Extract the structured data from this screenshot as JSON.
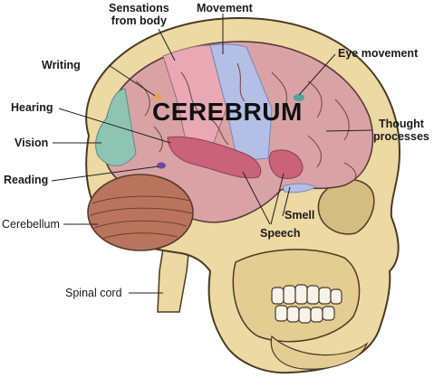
{
  "title": "CEREBRUM",
  "labels": {
    "sensations_line1": "Sensations",
    "sensations_line2": "from body",
    "movement": "Movement",
    "eye_movement": "Eye movement",
    "writing": "Writing",
    "hearing": "Hearing",
    "thought_line1": "Thought",
    "thought_line2": "processes",
    "vision": "Vision",
    "reading": "Reading",
    "smell": "Smell",
    "cerebellum": "Cerebellum",
    "speech": "Speech",
    "spinal_cord": "Spinal cord"
  },
  "colors": {
    "skull": "#ecd9a3",
    "skull_outline": "#4a3b22",
    "brain_base": "#d9a3a6",
    "sensory_strip": "#e8a9b5",
    "motor_strip": "#b4bfe6",
    "vision_area": "#8fc4b2",
    "speech_area": "#c9627a",
    "cerebellum": "#b9745e",
    "eye_movement_spot": "#4fa59a",
    "writing_spot": "#e6a64b",
    "reading_spot": "#6b4aa8"
  }
}
